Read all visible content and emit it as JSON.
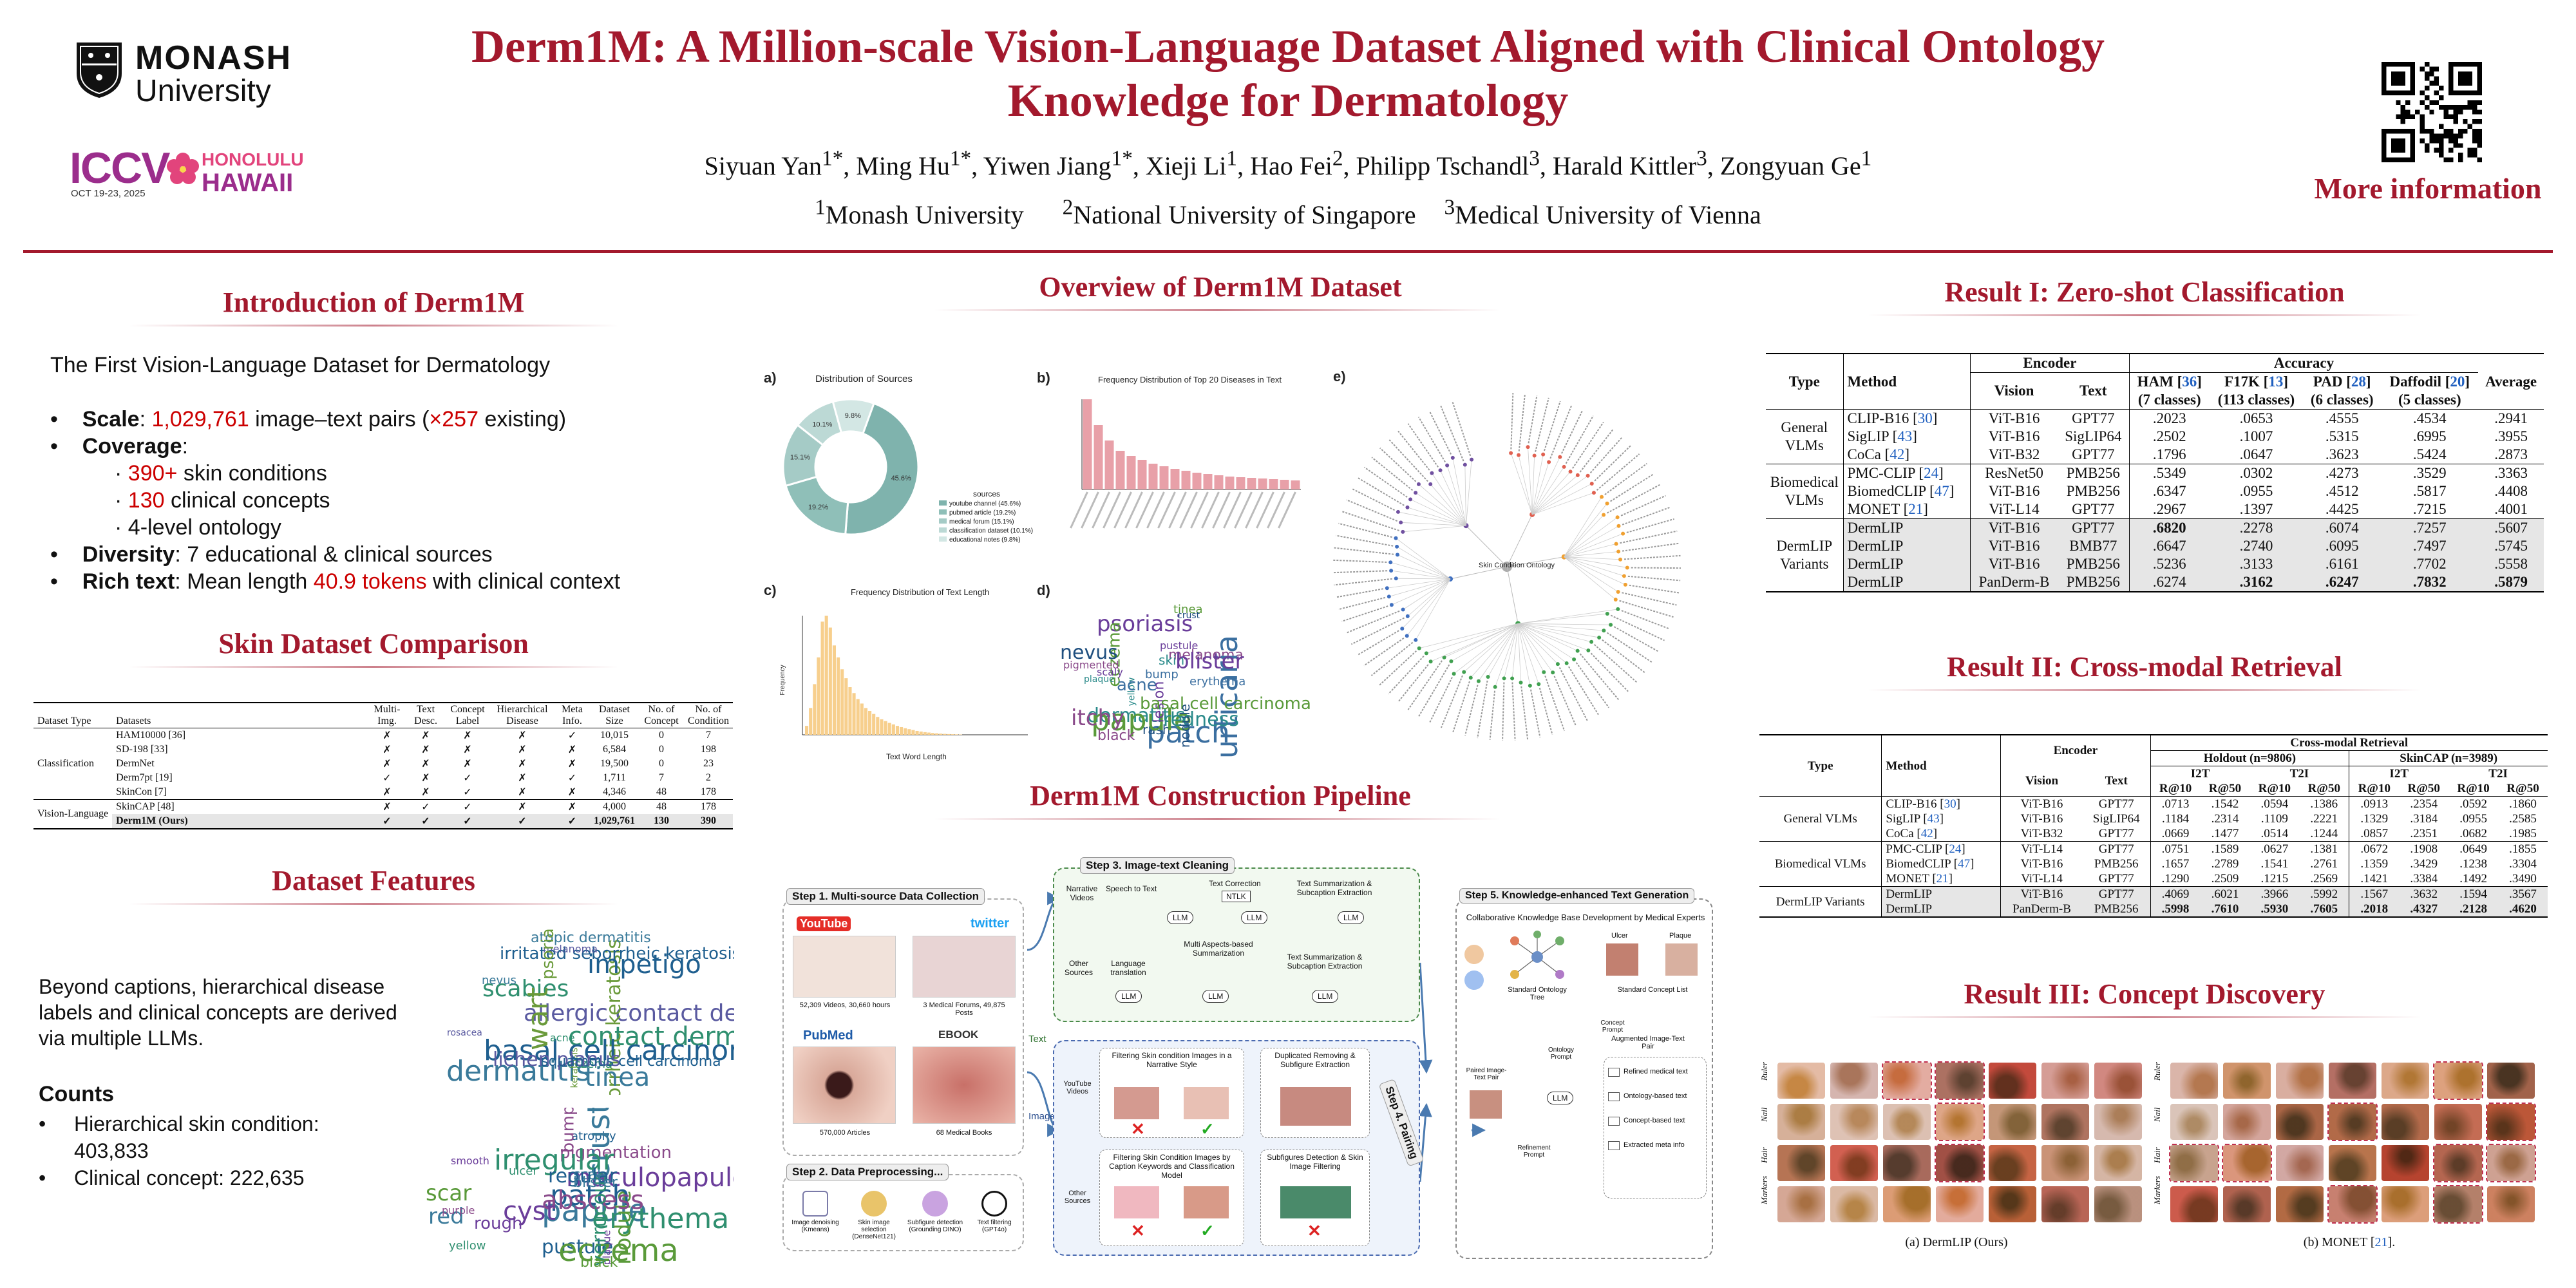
{
  "header": {
    "title_line1": "Derm1M: A Million-scale Vision-Language Dataset Aligned with Clinical Ontology",
    "title_line2": "Knowledge for Dermatology",
    "authors": [
      {
        "name": "Siyuan Yan",
        "sup": "1*"
      },
      {
        "name": "Ming Hu",
        "sup": "1*"
      },
      {
        "name": "Yiwen Jiang",
        "sup": "1*"
      },
      {
        "name": "Xieji Li",
        "sup": "1"
      },
      {
        "name": "Hao Fei",
        "sup": "2"
      },
      {
        "name": "Philipp Tschandl",
        "sup": "3"
      },
      {
        "name": "Harald Kittler",
        "sup": "3"
      },
      {
        "name": "Zongyuan Ge",
        "sup": "1"
      }
    ],
    "affiliations": [
      {
        "sup": "1",
        "name": "Monash University"
      },
      {
        "sup": "2",
        "name": "National University of Singapore"
      },
      {
        "sup": "3",
        "name": "Medical University of Vienna"
      }
    ],
    "logo_monash_line1": "MONASH",
    "logo_monash_line2": "University",
    "logo_iccv": "ICCV",
    "logo_iccv_date": "OCT 19-23, 2025",
    "logo_iccv_city1": "HONOLULU",
    "logo_iccv_city2": "HAWAII",
    "more_info": "More information"
  },
  "intro": {
    "title": "Introduction of Derm1M",
    "subtitle": "The First Vision-Language Dataset for Dermatology",
    "scale_label": "Scale",
    "scale_value": "1,029,761",
    "scale_mid": " image–text pairs (",
    "scale_factor": "×257",
    "scale_end": " existing)",
    "coverage_label": "Coverage",
    "cov1_val": "390+",
    "cov1_txt": " skin conditions",
    "cov2_val": "130",
    "cov2_txt": " clinical concepts",
    "cov3_txt": "4-level ontology",
    "diversity_label": "Diversity",
    "diversity_txt": ": 7 educational & clinical sources",
    "richtext_label": "Rich text",
    "richtext_txt": ": Mean length ",
    "richtext_val": "40.9 tokens",
    "richtext_end": " with clinical context"
  },
  "comparison": {
    "title": "Skin Dataset Comparison",
    "headers": [
      "Dataset Type",
      "Datasets",
      "Multi-Img.",
      "Text Desc.",
      "Concept Label",
      "Hierarchical Disease",
      "Meta Info.",
      "Dataset Size",
      "No. of Concept",
      "No. of Condition"
    ],
    "groups": [
      {
        "type": "Classification",
        "rows": [
          [
            "HAM10000 [36]",
            "✗",
            "✗",
            "✗",
            "✗",
            "✓",
            "10,015",
            "0",
            "7"
          ],
          [
            "SD-198 [33]",
            "✗",
            "✗",
            "✗",
            "✗",
            "✗",
            "6,584",
            "0",
            "198"
          ],
          [
            "DermNet",
            "✗",
            "✗",
            "✗",
            "✗",
            "✗",
            "19,500",
            "0",
            "23"
          ],
          [
            "Derm7pt [19]",
            "✓",
            "✗",
            "✓",
            "✗",
            "✓",
            "1,711",
            "7",
            "2"
          ],
          [
            "SkinCon [7]",
            "✗",
            "✗",
            "✓",
            "✗",
            "✗",
            "4,346",
            "48",
            "178"
          ]
        ]
      },
      {
        "type": "Vision-Language",
        "rows": [
          [
            "SkinCAP [48]",
            "✗",
            "✓",
            "✓",
            "✗",
            "✗",
            "4,000",
            "48",
            "178"
          ],
          [
            "Derm1M (Ours)",
            "✓",
            "✓",
            "✓",
            "✓",
            "✓",
            "1,029,761",
            "130",
            "390"
          ]
        ]
      }
    ]
  },
  "features": {
    "title": "Dataset Features",
    "text": "Beyond captions, hierarchical disease labels and clinical concepts are derived via multiple LLMs.",
    "counts_title": "Counts",
    "count1_label": "Hierarchical skin condition:",
    "count1_value": "403,833",
    "count2": "Clinical concept: 222,635"
  },
  "overview": {
    "title": "Overview of Derm1M Dataset",
    "panel_a_label": "a)",
    "panel_a_title": "Distribution of Sources",
    "panel_a_legend_title": "sources",
    "panel_a_legend": [
      "youtube channel (45.6%)",
      "pubmed article (19.2%)",
      "medical forum (15.1%)",
      "classification dataset (10.1%)",
      "educational notes (9.8%)"
    ],
    "panel_a_pct": [
      "45.6%",
      "19.2%",
      "15.1%",
      "10.1%",
      "9.8%"
    ],
    "panel_b_label": "b)",
    "panel_b_title": "Frequency Distribution of Top 20 Diseases in Text",
    "panel_c_label": "c)",
    "panel_c_title": "Frequency Distribution of Text Length",
    "panel_c_xlabel": "Text Word Length",
    "panel_d_label": "d)",
    "panel_e_label": "e)",
    "panel_e_center": "Skin Condition Ontology"
  },
  "chart_data": [
    {
      "type": "pie",
      "title": "Distribution of Sources",
      "labels": [
        "youtube channel",
        "pubmed article",
        "medical forum",
        "classification dataset",
        "educational notes"
      ],
      "values": [
        45.6,
        19.2,
        15.1,
        10.1,
        9.8
      ],
      "legend": "right"
    },
    {
      "type": "bar",
      "title": "Frequency Distribution of Top 20 Diseases in Text",
      "values": [
        70000,
        50000,
        38000,
        30000,
        26000,
        23000,
        20000,
        18000,
        16000,
        14500,
        13000,
        12000,
        11000,
        10000,
        9500,
        9000,
        8500,
        8000,
        7500,
        7000
      ],
      "ylim": [
        0,
        70000
      ]
    },
    {
      "type": "bar",
      "title": "Frequency Distribution of Text Length",
      "xlabel": "Text Word Length",
      "ylabel": "Frequency",
      "values": [
        3000,
        9000,
        17000,
        26000,
        38000,
        41000,
        36000,
        30000,
        26000,
        22000,
        19000,
        16000,
        14000,
        12000,
        10500,
        9000,
        8000,
        7000,
        6000,
        5200,
        4600,
        4000,
        3500,
        3000,
        2600,
        2200,
        1900,
        1600,
        1300,
        1100,
        900,
        750,
        600,
        500,
        400,
        320,
        250,
        200,
        150,
        100
      ],
      "ylim": [
        0,
        40000
      ]
    }
  ],
  "pipeline": {
    "title": "Derm1M Construction Pipeline",
    "step1": "Step 1. Multi-source Data Collection",
    "step1_stats": [
      "52,309 Videos, 30,660 hours",
      "3 Medical Forums, 49,875 Posts",
      "570,000 Articles",
      "68 Medical Books"
    ],
    "step1_logos": [
      "YouTube",
      "twitter",
      "PubMed",
      "EBOOK"
    ],
    "step2": "Step 2. Data Preprocessing...",
    "step2_items": [
      "Image denoising (Kmeans)",
      "Skin image selection (DenseNet121)",
      "Subfigure detection (Grounding DINO)",
      "Text filtering (GPT4o)"
    ],
    "step3": "Step 3. Image-text Cleaning",
    "step3_items": [
      "Speech to Text",
      "Text Correction",
      "Text Summarization & Subcaption Extraction",
      "Language translation",
      "Multi Aspects-based Summarization",
      "Text Summarization & Subcaption Extraction"
    ],
    "step3_sources": [
      "Narrative Videos",
      "Other Sources"
    ],
    "step3_filters": [
      "Filtering Skin condition Images in a Narrative Style",
      "Duplicated Removing & Subfigure Extraction",
      "Filtering Skin Condition Images by Caption Keywords and Classification Model",
      "Subfigures Detection & Skin Image Filtering"
    ],
    "step3_filter_sources": [
      "YouTube Videos",
      "Other Sources"
    ],
    "flow_labels": [
      "Text",
      "Images"
    ],
    "llm": "LLM",
    "ntlk": "NTLK",
    "step4": "Step 4. Pairing",
    "step5": "Step 5. Knowledge-enhanced Text Generation",
    "step5_subtitle": "Collaborative Knowledge Base Development by Medical Experts",
    "step5_labels": [
      "Standard Ontology Tree",
      "Standard Concept List",
      "Ulcer",
      "Plaque",
      "Ontology Prompt",
      "Concept Prompt",
      "Paired Image-Text Pair",
      "Refinement Prompt",
      "Augmented Image-Text Pair"
    ],
    "step5_outputs": [
      "Refined medical text",
      "Ontology-based text",
      "Concept-based text",
      "Extracted meta info"
    ]
  },
  "result1": {
    "title": "Result I: Zero-shot Classification",
    "headers": {
      "type": "Type",
      "method": "Method",
      "encoder": "Encoder",
      "vision": "Vision",
      "text": "Text",
      "accuracy": "Accuracy",
      "average": "Average"
    },
    "datasets": [
      {
        "name": "HAM",
        "ref": "36",
        "sub": "(7 classes)"
      },
      {
        "name": "F17K",
        "ref": "13",
        "sub": "(113 classes)"
      },
      {
        "name": "PAD",
        "ref": "28",
        "sub": "(6 classes)"
      },
      {
        "name": "Daffodil",
        "ref": "20",
        "sub": "(5 classes)"
      }
    ],
    "groups": [
      {
        "type": "General VLMs",
        "rows": [
          [
            "CLIP-B16",
            "30",
            "ViT-B16",
            "GPT77",
            ".2023",
            ".0653",
            ".4555",
            ".4534",
            ".2941"
          ],
          [
            "SigLIP",
            "43",
            "ViT-B16",
            "SigLIP64",
            ".2502",
            ".1007",
            ".5315",
            ".6995",
            ".3955"
          ],
          [
            "CoCa",
            "42",
            "ViT-B32",
            "GPT77",
            ".1796",
            ".0647",
            ".3623",
            ".5424",
            ".2873"
          ]
        ]
      },
      {
        "type": "Biomedical VLMs",
        "rows": [
          [
            "PMC-CLIP",
            "24",
            "ResNet50",
            "PMB256",
            ".5349",
            ".0302",
            ".4273",
            ".3529",
            ".3363"
          ],
          [
            "BiomedCLIP",
            "47",
            "ViT-B16",
            "PMB256",
            ".6347",
            ".0955",
            ".4512",
            ".5817",
            ".4408"
          ],
          [
            "MONET",
            "21",
            "ViT-L14",
            "GPT77",
            ".2967",
            ".1397",
            ".4425",
            ".7215",
            ".4001"
          ]
        ]
      },
      {
        "type": "DermLIP Variants",
        "rows": [
          [
            "DermLIP",
            "",
            "ViT-B16",
            "GPT77",
            ".6820",
            ".2278",
            ".6074",
            ".7257",
            ".5607"
          ],
          [
            "DermLIP",
            "",
            "ViT-B16",
            "BMB77",
            ".6647",
            ".2740",
            ".6095",
            ".7497",
            ".5745"
          ],
          [
            "DermLIP",
            "",
            "ViT-B16",
            "PMB256",
            ".5236",
            ".3133",
            ".6161",
            ".7702",
            ".5558"
          ],
          [
            "DermLIP",
            "",
            "PanDerm-B",
            "PMB256",
            ".6274",
            ".3162",
            ".6247",
            ".7832",
            ".5879"
          ]
        ]
      }
    ]
  },
  "result2": {
    "title": "Result II: Cross-modal Retrieval",
    "headers": {
      "type": "Type",
      "method": "Method",
      "encoder": "Encoder",
      "vision": "Vision",
      "text": "Text",
      "crossmodal": "Cross-modal Retrieval",
      "holdout": "Holdout (n=9806)",
      "skincap": "SkinCAP (n=3989)",
      "i2t": "I2T",
      "t2i": "T2I",
      "r10": "R@10",
      "r50": "R@50"
    },
    "groups": [
      {
        "type": "General VLMs",
        "rows": [
          [
            "CLIP-B16",
            "30",
            "ViT-B16",
            "GPT77",
            ".0713",
            ".1542",
            ".0594",
            ".1386",
            ".0913",
            ".2354",
            ".0592",
            ".1860"
          ],
          [
            "SigLIP",
            "43",
            "ViT-B16",
            "SigLIP64",
            ".1184",
            ".2314",
            ".1109",
            ".2221",
            ".1329",
            ".3184",
            ".0955",
            ".2585"
          ],
          [
            "CoCa",
            "42",
            "ViT-B32",
            "GPT77",
            ".0669",
            ".1477",
            ".0514",
            ".1244",
            ".0857",
            ".2351",
            ".0682",
            ".1985"
          ]
        ]
      },
      {
        "type": "Biomedical VLMs",
        "rows": [
          [
            "PMC-CLIP",
            "24",
            "ViT-L14",
            "GPT77",
            ".0751",
            ".1589",
            ".0627",
            ".1381",
            ".0672",
            ".1908",
            ".0649",
            ".1855"
          ],
          [
            "BiomedCLIP",
            "47",
            "ViT-B16",
            "PMB256",
            ".1657",
            ".2789",
            ".1541",
            ".2761",
            ".1359",
            ".3429",
            ".1238",
            ".3304"
          ],
          [
            "MONET",
            "21",
            "ViT-L14",
            "GPT77",
            ".1290",
            ".2509",
            ".1215",
            ".2569",
            ".1421",
            ".3384",
            ".1492",
            ".3490"
          ]
        ]
      },
      {
        "type": "DermLIP Variants",
        "rows": [
          [
            "DermLIP",
            "",
            "ViT-B16",
            "GPT77",
            ".4069",
            ".6021",
            ".3966",
            ".5992",
            ".1567",
            ".3632",
            ".1594",
            ".3567"
          ],
          [
            "DermLIP",
            "",
            "PanDerm-B",
            "PMB256",
            ".5998",
            ".7610",
            ".5930",
            ".7605",
            ".2018",
            ".4327",
            ".2128",
            ".4620"
          ]
        ]
      }
    ]
  },
  "result3": {
    "title": "Result III: Concept Discovery",
    "row_labels": [
      "Ruler",
      "Nail",
      "Hair",
      "Markers"
    ],
    "caption_a": "(a) DermLIP (Ours)",
    "caption_b_pre": "(b) MONET [",
    "caption_b_ref": "21",
    "caption_b_post": "]."
  },
  "colors": {
    "title": "#a3192d",
    "accent_red": "#cc0000",
    "ref_blue": "#1f5fbf",
    "teal": "#7fb3ad",
    "pink_bar": "#e8a0a8",
    "orange_bar": "#f7cf8d"
  },
  "wordcloud_d": [
    "patch",
    "psoriasis",
    "dermatitis",
    "eczema",
    "melanoma",
    "rash",
    "erythema",
    "scaly",
    "yellow",
    "papule",
    "itchy",
    "nevus",
    "acne",
    "lesion",
    "skin",
    "tinea",
    "pigmented",
    "crust",
    "urticaria",
    "blister",
    "redness",
    "basal cell carcinoma",
    "black",
    "nodule",
    "bump",
    "pustule",
    "plaque"
  ],
  "wordcloud_f1": [
    "dermatitis",
    "contact dermatitis",
    "allergic contact dermatitis",
    "seborrheic keratosis",
    "irritated seborrheic keratosis",
    "atopic dermatitis",
    "eczema",
    "melanoma",
    "keratosis",
    "basal cell carcinoma",
    "tinea",
    "scabies",
    "lichen planus",
    "psoriasis",
    "squamous cell carcinoma",
    "nevus",
    "acne",
    "rosacea",
    "wart",
    "impetigo"
  ],
  "wordcloud_f2": [
    "papule",
    "erythema",
    "maculopapule",
    "nodule",
    "pustule",
    "pigmentation",
    "scaly",
    "ulcer",
    "plaque",
    "eczema",
    "patch",
    "abscess",
    "red",
    "verrucous",
    "rough",
    "black",
    "atrophy",
    "purple",
    "crust",
    "irregular",
    "cyst",
    "scar",
    "regular",
    "bump",
    "blister",
    "yellow",
    "smooth"
  ]
}
